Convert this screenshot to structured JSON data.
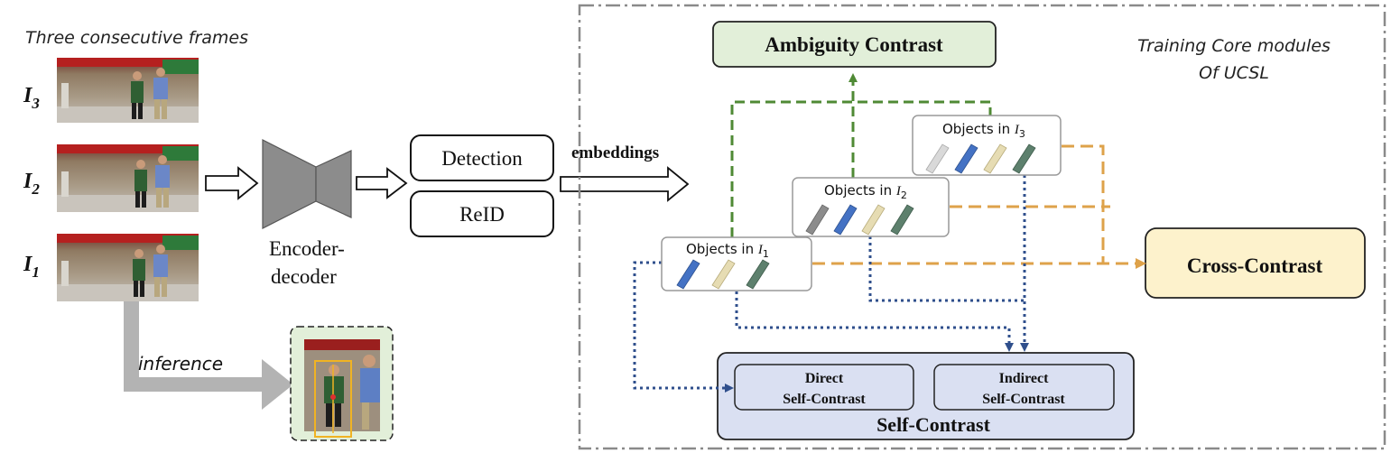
{
  "left": {
    "frames_caption": "Three consecutive frames",
    "frame_labels": [
      {
        "main": "I",
        "sub": "3"
      },
      {
        "main": "I",
        "sub": "2"
      },
      {
        "main": "I",
        "sub": "1"
      }
    ],
    "encoder_label_line1": "Encoder-",
    "encoder_label_line2": "decoder",
    "inference_label": "inference"
  },
  "heads": {
    "detection": "Detection",
    "reid": "ReID",
    "embeddings": "embeddings"
  },
  "training": {
    "title_line1": "Training Core modules",
    "title_line2": "Of UCSL",
    "ambiguity": "Ambiguity Contrast",
    "cross": "Cross-Contrast",
    "self_title": "Self-Contrast",
    "direct_line1": "Direct",
    "direct_line2": "Self-Contrast",
    "indirect_line1": "Indirect",
    "indirect_line2": "Self-Contrast",
    "objects": [
      {
        "prefix": "Objects in ",
        "main": "I",
        "sub": "3"
      },
      {
        "prefix": "Objects in  ",
        "main": "I",
        "sub": "2"
      },
      {
        "prefix": "Objects in ",
        "main": "I",
        "sub": "1"
      }
    ]
  },
  "colors": {
    "ambiguity_fill": "#e2efd9",
    "cross_fill": "#fdf2cc",
    "self_fill": "#dae0f2",
    "green_arrow": "#4f8a35",
    "orange_arrow": "#dea24a",
    "blue_arrow": "#2f4f8c",
    "inference_arrow": "#b3b3b3",
    "encoder_gray": "#8c8c8c"
  }
}
